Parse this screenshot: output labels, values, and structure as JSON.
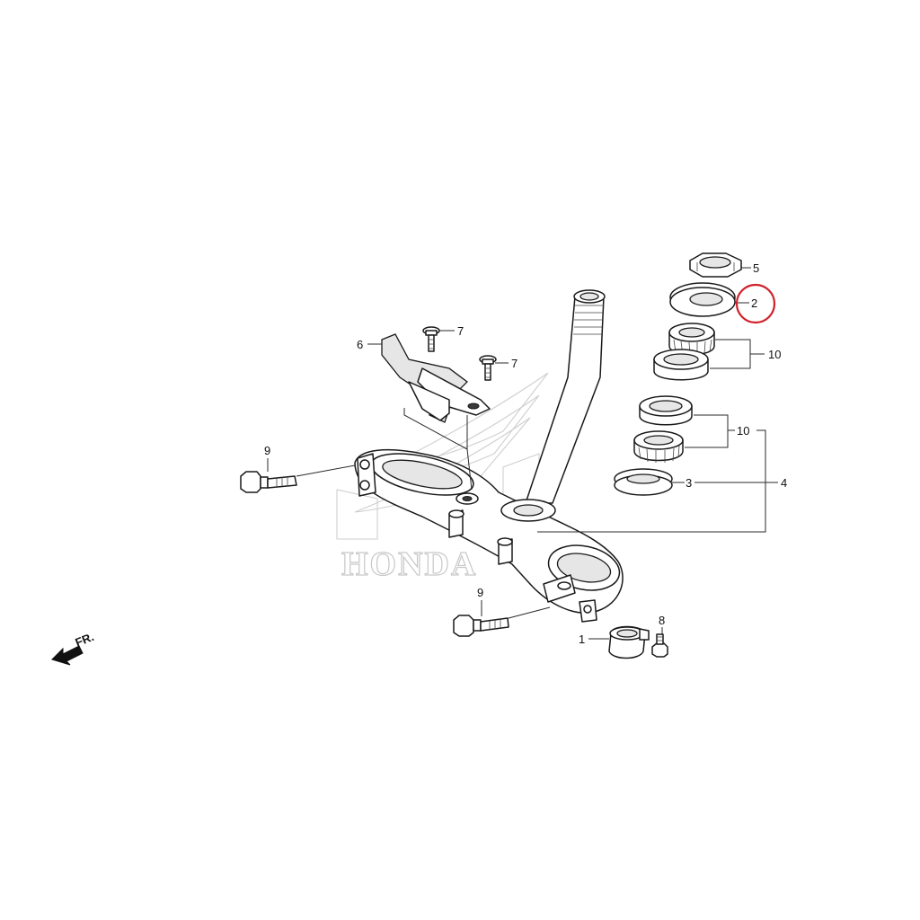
{
  "watermark": {
    "text": "HONDA",
    "color": "#c8c8c8"
  },
  "direction_marker": {
    "label": "FR.",
    "icon": "arrow-left-icon"
  },
  "highlight": {
    "target_callout": "2",
    "color": "#d0202a"
  },
  "callouts": {
    "c1": "1",
    "c2": "2",
    "c3": "3",
    "c4": "4",
    "c5": "5",
    "c6": "6",
    "c7a": "7",
    "c7b": "7",
    "c8": "8",
    "c9a": "9",
    "c9b": "9",
    "c10a": "10",
    "c10b": "10"
  }
}
